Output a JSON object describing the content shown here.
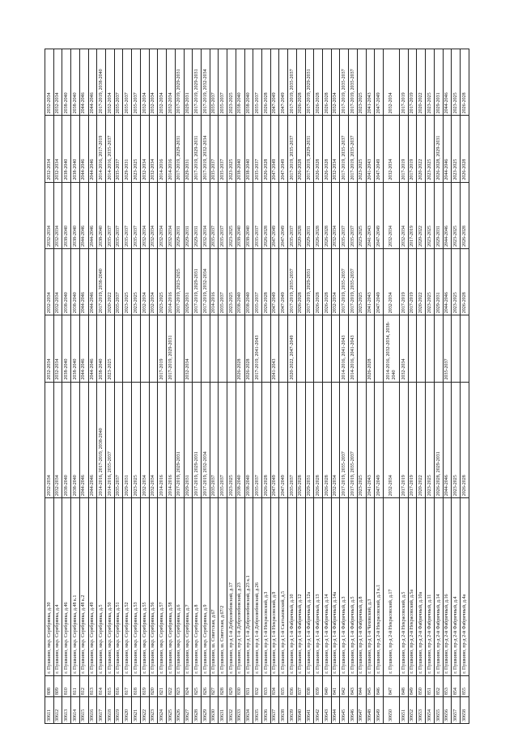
{
  "rows": [
    [
      "30611",
      "808",
      "г. Пушкино, мкр. Серебрянка, д.30",
      "2032-2034",
      "2032-2034",
      "2032-2034",
      "2032-2034",
      "2032-2034",
      "2032-2034"
    ],
    [
      "30612",
      "809",
      "г. Пушкино, мкр. Серебрянка, д.4",
      "2032-2034",
      "2032-2034",
      "2032-2034",
      "2032-2034",
      "2032-2034",
      "2032-2034"
    ],
    [
      "30613",
      "810",
      "г. Пушкино, мкр. Серебрянка, д.46",
      "2038-2040",
      "2038-2040",
      "2038-2040",
      "2038-2040",
      "2038-2040",
      "2038-2040"
    ],
    [
      "30614",
      "811",
      "г. Пушкино, мкр. Серебрянка, д.48 к.1",
      "2038-2040",
      "2038-2040",
      "2038-2040",
      "2038-2040",
      "2038-2040",
      "2038-2040"
    ],
    [
      "30615",
      "812",
      "г. Пушкино, мкр. Серебрянка, д.48 к.2",
      "2044-2046",
      "2044-2046",
      "2044-2046",
      "2044-2046",
      "2044-2046",
      "2044-2046"
    ],
    [
      "30616",
      "813",
      "г. Пушкино, мкр. Серебрянка, д.49",
      "2044-2046",
      "2044-2046",
      "2044-2046",
      "2044-2046",
      "2044-2046",
      "2044-2046"
    ],
    [
      "30617",
      "814",
      "г. Пушкино, мкр. Серебрянка, д.5",
      "2014-2016, 2017-2019, 2038-2040",
      "2038-2040",
      "2017-2019, 2038-2040",
      "2038-2040",
      "2014-2016, 2017-2019",
      "2017-2019, 2038-2040"
    ],
    [
      "30618",
      "815",
      "г. Пушкино, мкр. Серебрянка, д.50",
      "2014-2016, 2035-2037",
      "2023-2025",
      "2020-2022",
      "2035-2037",
      "2014-2016, 2035-2037",
      "2032-2034"
    ],
    [
      "30619",
      "816",
      "г. Пушкино, мкр. Серебрянка, д.51",
      "2035-2037",
      "",
      "2035-2037",
      "2035-2037",
      "2035-2037",
      "2035-2037"
    ],
    [
      "30620",
      "817",
      "г. Пушкино, мкр. Серебрянка, д.52",
      "2029-2031",
      "",
      "2023-2025",
      "2035-2037",
      "2029-2031",
      "2035-2037"
    ],
    [
      "30621",
      "818",
      "г. Пушкино, мкр. Серебрянка, д.53",
      "2023-2025",
      "",
      "2023-2025",
      "2035-2037",
      "2023-2025",
      "2035-2037"
    ],
    [
      "30622",
      "819",
      "г. Пушкино, мкр. Серебрянка, д.55",
      "2032-2034",
      "",
      "2032-2034",
      "2032-2034",
      "2032-2034",
      "2032-2034"
    ],
    [
      "30623",
      "820",
      "г. Пушкино, мкр. Серебрянка, д.56",
      "2032-2034",
      "",
      "2032-2034",
      "2032-2034",
      "2032-2034",
      "2032-2034"
    ],
    [
      "30624",
      "821",
      "г. Пушкино, мкр. Серебрянка, д.57",
      "2014-2016",
      "2017-2019",
      "2023-2025",
      "2032-2034",
      "2014-2016",
      "2032-2034"
    ],
    [
      "30625",
      "822",
      "г. Пушкино, мкр. Серебрянка, д.58",
      "2014-2016",
      "2017-2019, 2029-2031",
      "2014-2016",
      "2032-2034",
      "2014-2016",
      "2032-2034"
    ],
    [
      "30626",
      "823",
      "г. Пушкино, мкр. Серебрянка, д.6",
      "2017-2019, 2029-2031",
      "",
      "2017-2019, 2023-2025",
      "2029-2031",
      "2017-2019, 2029-2031",
      "2017-2019, 2029-2031"
    ],
    [
      "30627",
      "824",
      "г. Пушкино, мкр. Серебрянка, д.7",
      "2029-2031",
      "2032-2034",
      "2029-2031",
      "2029-2031",
      "2029-2031",
      "2029-2031"
    ],
    [
      "30628",
      "825",
      "г. Пушкино, мкр. Серебрянка, д.8",
      "2017-2019, 2029-2031",
      "",
      "2017-2019, 2029-2031",
      "2029-2031",
      "2017-2019, 2029-2031",
      "2017-2019, 2029-2031"
    ],
    [
      "30629",
      "826",
      "г. Пушкино, мкр. Серебрянка, д.9",
      "2017-2019, 2032-2034",
      "",
      "2017-2019, 2032-2034",
      "2032-2034",
      "2017-2019, 2032-2034",
      "2017-2019, 2032-2034"
    ],
    [
      "30630",
      "827",
      "г. Пушкино, ш. Советская, д.67",
      "2035-2037",
      "",
      "2014-2016",
      "2035-2037",
      "2035-2037",
      "2035-2037"
    ],
    [
      "30631",
      "828",
      "г. Пушкино, ш. Советская, д.67/2",
      "2035-2037",
      "",
      "2035-2037",
      "2035-2037",
      "2035-2037",
      "2035-2037"
    ],
    [
      "30632",
      "829",
      "г. Пушкино, пр-д 1-й Добролюбовский, д.17",
      "2023-2025",
      "",
      "2023-2025",
      "2023-2025",
      "2023-2025",
      "2023-2025"
    ],
    [
      "30633",
      "830",
      "г. Пушкино, пр-д 1-й Добролюбовский, д.23",
      "2038-2040",
      "2026-2028",
      "2038-2040",
      "2038-2040",
      "2038-2040",
      "2038-2040"
    ],
    [
      "30634",
      "831",
      "г. Пушкино, пр-д 1-й Добролюбовский, д.23 к.1",
      "2038-2040",
      "2026-2028",
      "2038-2040",
      "2038-2040",
      "2038-2040",
      "2038-2040"
    ],
    [
      "30635",
      "832",
      "г. Пушкино, пр-д 1-й Добролюбовский, д.26",
      "2035-2037",
      "2017-2019, 2041-2043",
      "2035-2037",
      "2035-2037",
      "2035-2037",
      "2035-2037"
    ],
    [
      "30636",
      "833",
      "г. Пушкино, пр-д 1-й Некрасовский, д.3",
      "2026-2028",
      "",
      "2026-2028",
      "2026-2028",
      "2026-2028",
      "2026-2028"
    ],
    [
      "30637",
      "834",
      "г. Пушкино, пр-д 1-й Некрасовский, д.9",
      "2047-2049",
      "2041-2043",
      "2047-2049",
      "2047-2049",
      "2047-2049",
      "2047-2049"
    ],
    [
      "30638",
      "835",
      "г. Пушкино, пр-д 1-й Салтыковский, д.5",
      "2047-2049",
      "",
      "2047-2049",
      "2047-2049",
      "2047-2049",
      "2047-2049"
    ],
    [
      "30639",
      "836",
      "г. Пушкино, пр-д 1-й Фабричный, д.10",
      "2035-2037",
      "2020-2022, 2047-2049",
      "2017-2019, 2035-2037",
      "2035-2037",
      "2017-2019, 2035-2037",
      "2017-2019, 2035-2037"
    ],
    [
      "30640",
      "837",
      "г. Пушкино, пр-д 1-й Фабричный, д.12",
      "2026-2028",
      "",
      "2026-2028",
      "2020-2028",
      "2026-2028",
      "2026-2028"
    ],
    [
      "30641",
      "838",
      "г. Пушкино, пр-д 1-й Фабричный, д.12а",
      "2029-2031",
      "",
      "2017-2019, 2029-2031",
      "2029-2031",
      "2017-2019, 2029-2031",
      "2017-2019, 2029-2031"
    ],
    [
      "30642",
      "839",
      "г. Пушкино, пр-д 1-й Фабричный, д.13",
      "2026-2028",
      "",
      "2026-2028",
      "2026-2028",
      "2026-2028",
      "2026-2028"
    ],
    [
      "30643",
      "840",
      "г. Пушкино, пр-д 1-й Фабричный, д.14",
      "2026-2028",
      "",
      "2026-2028",
      "2026-2028",
      "2026-2028",
      "2026-2028"
    ],
    [
      "30644",
      "841",
      "г. Пушкино, пр-д 1-й Фабричный, д.14а",
      "2032-2034",
      "",
      "2032-2034",
      "2032-2034",
      "2032-2034",
      "2032-2034"
    ],
    [
      "30645",
      "842",
      "г. Пушкино, пр-д 1-й Фабричный, д.3",
      "2017-2019, 2035-2037",
      "2014-2016, 2041-2043",
      "2017-2019, 2035-2037",
      "2035-2037",
      "2017-2019, 2035-2037",
      "2017-2019, 2035-2037"
    ],
    [
      "30646",
      "843",
      "г. Пушкино, пр-д 1-й Фабричный, д.5",
      "2017-2019, 2035-2037",
      "2014-2016, 2041-2043",
      "2017-2019, 2035-2037",
      "2035-2037",
      "2017-2019, 2035-2037",
      "2017-2019, 2035-2037"
    ],
    [
      "30647",
      "844",
      "г. Пушкино, пр-д 1-й Фабричный, д.8",
      "2023-2025",
      "",
      "2023-2025",
      "2023-2025",
      "2023-2025",
      "2023-2025"
    ],
    [
      "30648",
      "845",
      "г. Пушкино, пр-д 1-й Чеховский, д.3",
      "2041-2043",
      "2026-2028",
      "2041-2043",
      "2041-2043",
      "2041-2043",
      "2041-2043"
    ],
    [
      "30649",
      "846",
      "г. Пушкино, пр-д 2-й Некрасовский, д.3 к.1",
      "2047-2049",
      "",
      "2047-2049",
      "2047-2049",
      "2047-2049",
      "2047-2049"
    ],
    [
      "30650",
      "847",
      "г. Пушкино, пр-д 2-й Некрасовский, д.17",
      "2032-2034",
      "2014-2016, 2032-2034, 2038-2040",
      "2032-2034",
      "2032-2034",
      "2032-2034",
      "2032-2034"
    ],
    [
      "30651",
      "848",
      "г. Пушкино, пр-д 2-й Некрасовский, д.5",
      "2017-2019",
      "2032-2034",
      "2017-2019",
      "2032-2034",
      "2017-2019",
      "2017-2019"
    ],
    [
      "30652",
      "849",
      "г. Пушкино, пр-д 2-й Некрасовский, д.5а",
      "2017-2019",
      "",
      "2017-2019",
      "2017-2019",
      "2017-2019",
      "2017-2019"
    ],
    [
      "30653",
      "850",
      "г. Пушкино, пр-д 2-й Фабричный, д.10а",
      "2020-2022",
      "",
      "2020-2022",
      "2020-2022",
      "2020-2022",
      "2020-2022"
    ],
    [
      "30654",
      "851",
      "г. Пушкино, пр-д 2-й Фабричный, д.11",
      "2023-2025",
      "",
      "2023-2025",
      "2023-2025",
      "2023-2025",
      "2023-2025"
    ],
    [
      "30655",
      "852",
      "г. Пушкино, пр-д 2-й Фабричный, д.14",
      "2026-2028, 2029-2031",
      "",
      "2029-2031",
      "2029-2031",
      "2026-2028, 2029-2031",
      "2029-2031"
    ],
    [
      "30656",
      "853",
      "г. Пушкино, пр-д 2-й Фабричный, д.16",
      "2044-2046",
      "2035-2037",
      "2044-2046",
      "2044-2046",
      "2044-2046",
      "2044-2046"
    ],
    [
      "30657",
      "854",
      "г. Пушкино, пр-д 2-й Фабричный, д.4",
      "2023-2025",
      "",
      "2023-2025",
      "2023-2025",
      "2023-2025",
      "2023-2025"
    ],
    [
      "30658",
      "855",
      "г. Пушкино, пр-д 2-й Фабричный, д.4а",
      "2026-2028",
      "",
      "2026-2028",
      "2026-2028",
      "2026-2028",
      "2026-2028"
    ]
  ]
}
